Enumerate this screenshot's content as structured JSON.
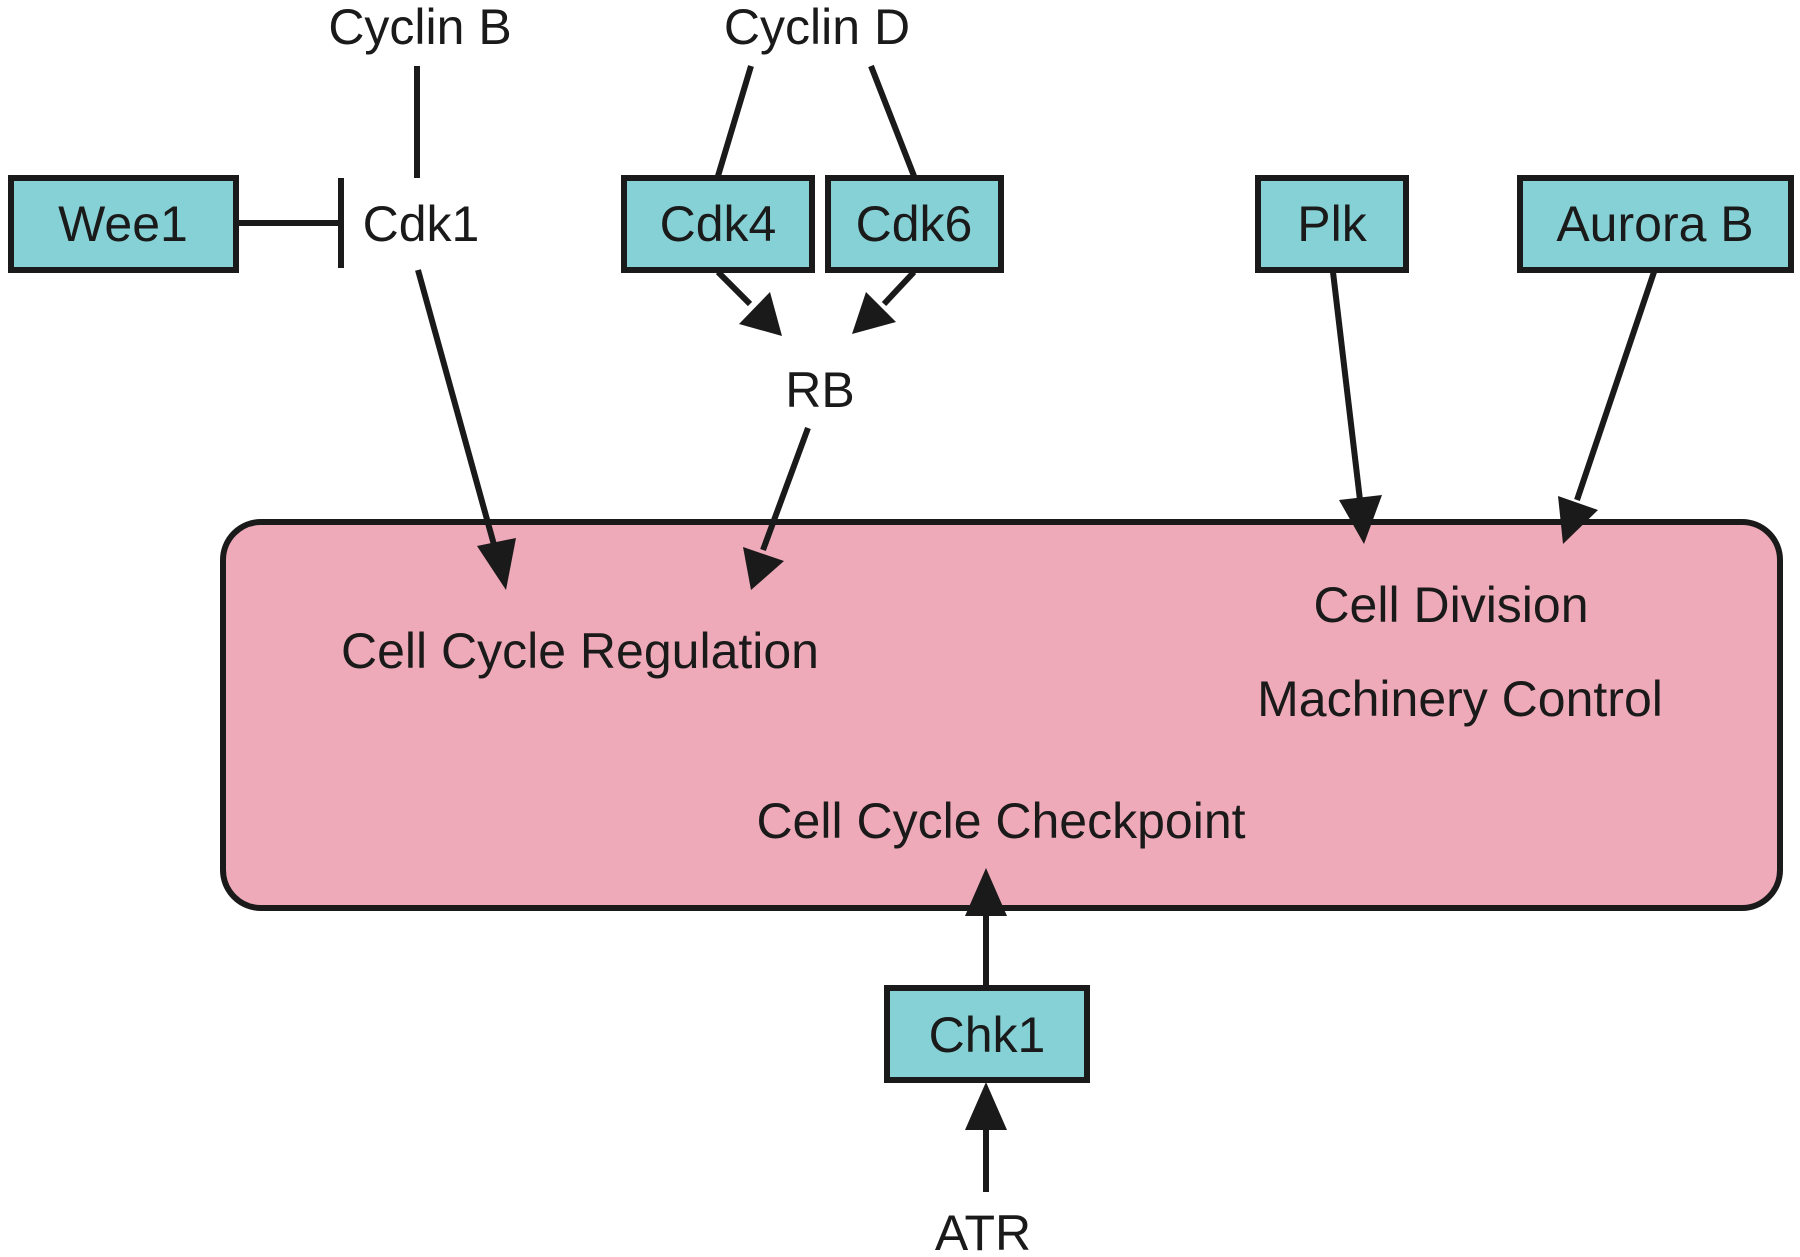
{
  "colors": {
    "enzyme_box": "#85d1d6",
    "process_box": "#eeaab8",
    "stroke": "#1a1a1a"
  },
  "nodes": {
    "cyclin_b": "Cyclin B",
    "cyclin_d": "Cyclin D",
    "wee1": "Wee1",
    "cdk1": "Cdk1",
    "cdk4": "Cdk4",
    "cdk6": "Cdk6",
    "plk": "Plk",
    "aurora_b": "Aurora B",
    "rb": "RB",
    "chk1": "Chk1",
    "atr": "ATR"
  },
  "process": {
    "cell_cycle_regulation": "Cell Cycle Regulation",
    "cell_division_line1": "Cell Division",
    "cell_division_line2": "Machinery Control",
    "cell_cycle_checkpoint": "Cell Cycle Checkpoint"
  },
  "edges": [
    {
      "from": "cyclin_b",
      "to": "cdk1",
      "type": "association"
    },
    {
      "from": "cyclin_d",
      "to": "cdk4",
      "type": "association"
    },
    {
      "from": "cyclin_d",
      "to": "cdk6",
      "type": "association"
    },
    {
      "from": "wee1",
      "to": "cdk1",
      "type": "inhibition"
    },
    {
      "from": "cdk1",
      "to": "cell_cycle_regulation",
      "type": "activation"
    },
    {
      "from": "cdk4",
      "to": "rb",
      "type": "activation"
    },
    {
      "from": "cdk6",
      "to": "rb",
      "type": "activation"
    },
    {
      "from": "rb",
      "to": "cell_cycle_regulation",
      "type": "activation"
    },
    {
      "from": "plk",
      "to": "cell_division_machinery_control",
      "type": "activation"
    },
    {
      "from": "aurora_b",
      "to": "cell_division_machinery_control",
      "type": "activation"
    },
    {
      "from": "chk1",
      "to": "cell_cycle_checkpoint",
      "type": "activation"
    },
    {
      "from": "atr",
      "to": "chk1",
      "type": "activation"
    }
  ]
}
